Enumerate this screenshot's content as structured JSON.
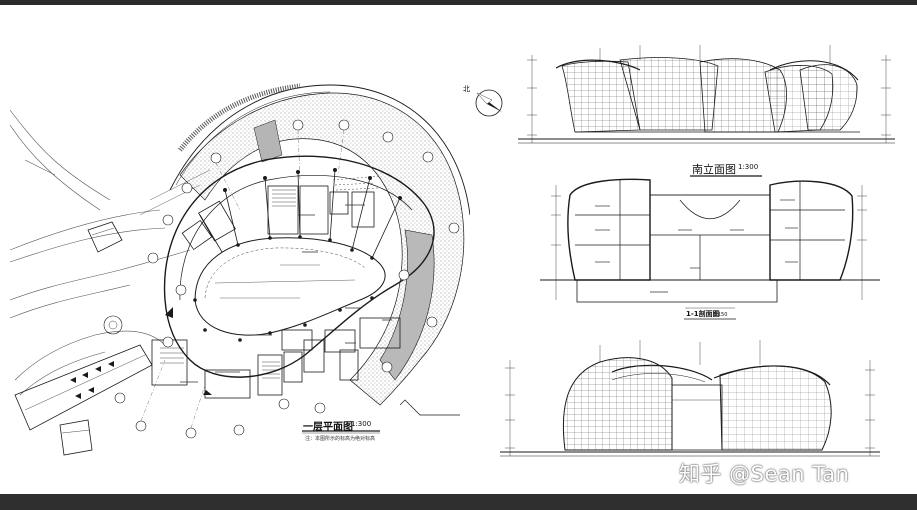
{
  "plan": {
    "title": "一层平面图",
    "scale": "1:300",
    "note": "注：本图所示的标高为绝对标高",
    "north_label": "北"
  },
  "south_elevation": {
    "title": "南立面图",
    "scale": "1:300"
  },
  "section": {
    "title": "1-1剖面图",
    "scale": "1:150"
  },
  "watermark": "知乎 @Sean Tan",
  "colors": {
    "line": "#1a1a1a",
    "hatch": "#9a9a9a",
    "background": "#ffffff",
    "frame": "#2b2b2b"
  }
}
